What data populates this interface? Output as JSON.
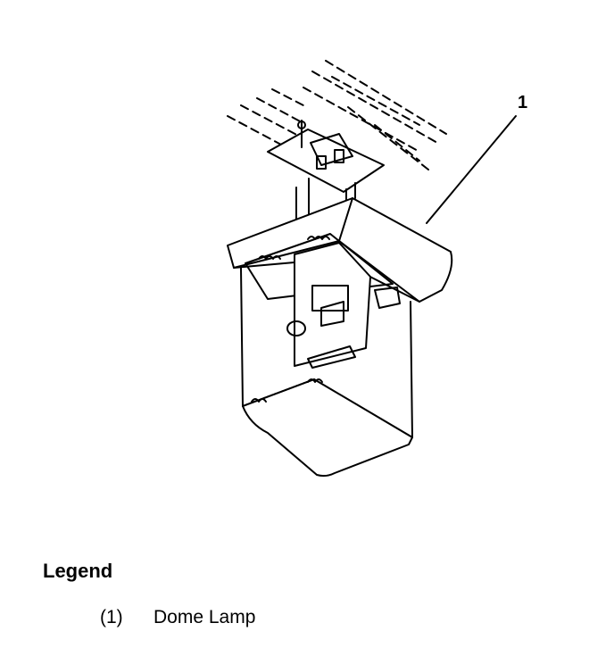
{
  "diagram": {
    "callouts": [
      {
        "id": "1",
        "label": "1"
      }
    ]
  },
  "legend": {
    "title": "Legend",
    "items": [
      {
        "number": "(1)",
        "label": "Dome Lamp"
      }
    ]
  }
}
